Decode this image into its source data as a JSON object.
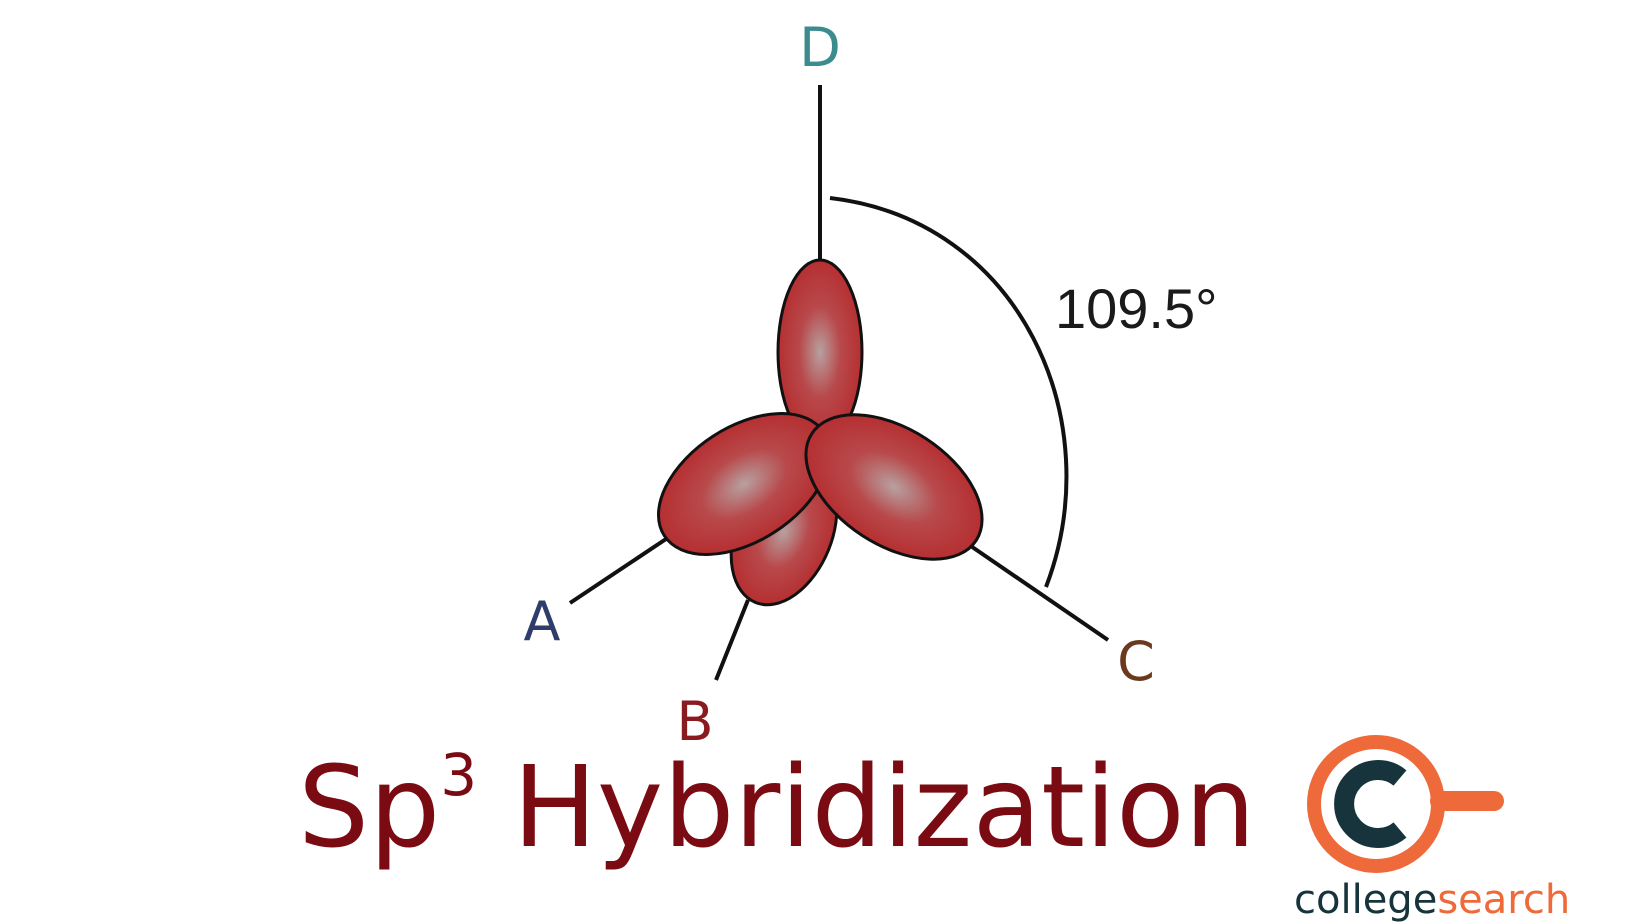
{
  "diagram": {
    "labels": {
      "a": "A",
      "b": "B",
      "c": "C",
      "d": "D"
    },
    "bond_angle": "109.5°",
    "colors": {
      "orbital_fill": "#b52a2c",
      "orbital_highlight": "#b8a0a0",
      "label_a": "#2f3d6b",
      "label_b": "#8a1a1f",
      "label_c": "#6b3a1e",
      "label_d": "#3c8b8f"
    }
  },
  "title": {
    "main_prefix": "Sp",
    "superscript": "3",
    "main_suffix": " Hybridization",
    "color": "#7a0b12"
  },
  "logo": {
    "icon": "collegesearch-c-icon",
    "brand_part1": "college",
    "brand_part2": "search",
    "colors": {
      "ring": "#ef6a3a",
      "letter": "#17343c"
    }
  }
}
